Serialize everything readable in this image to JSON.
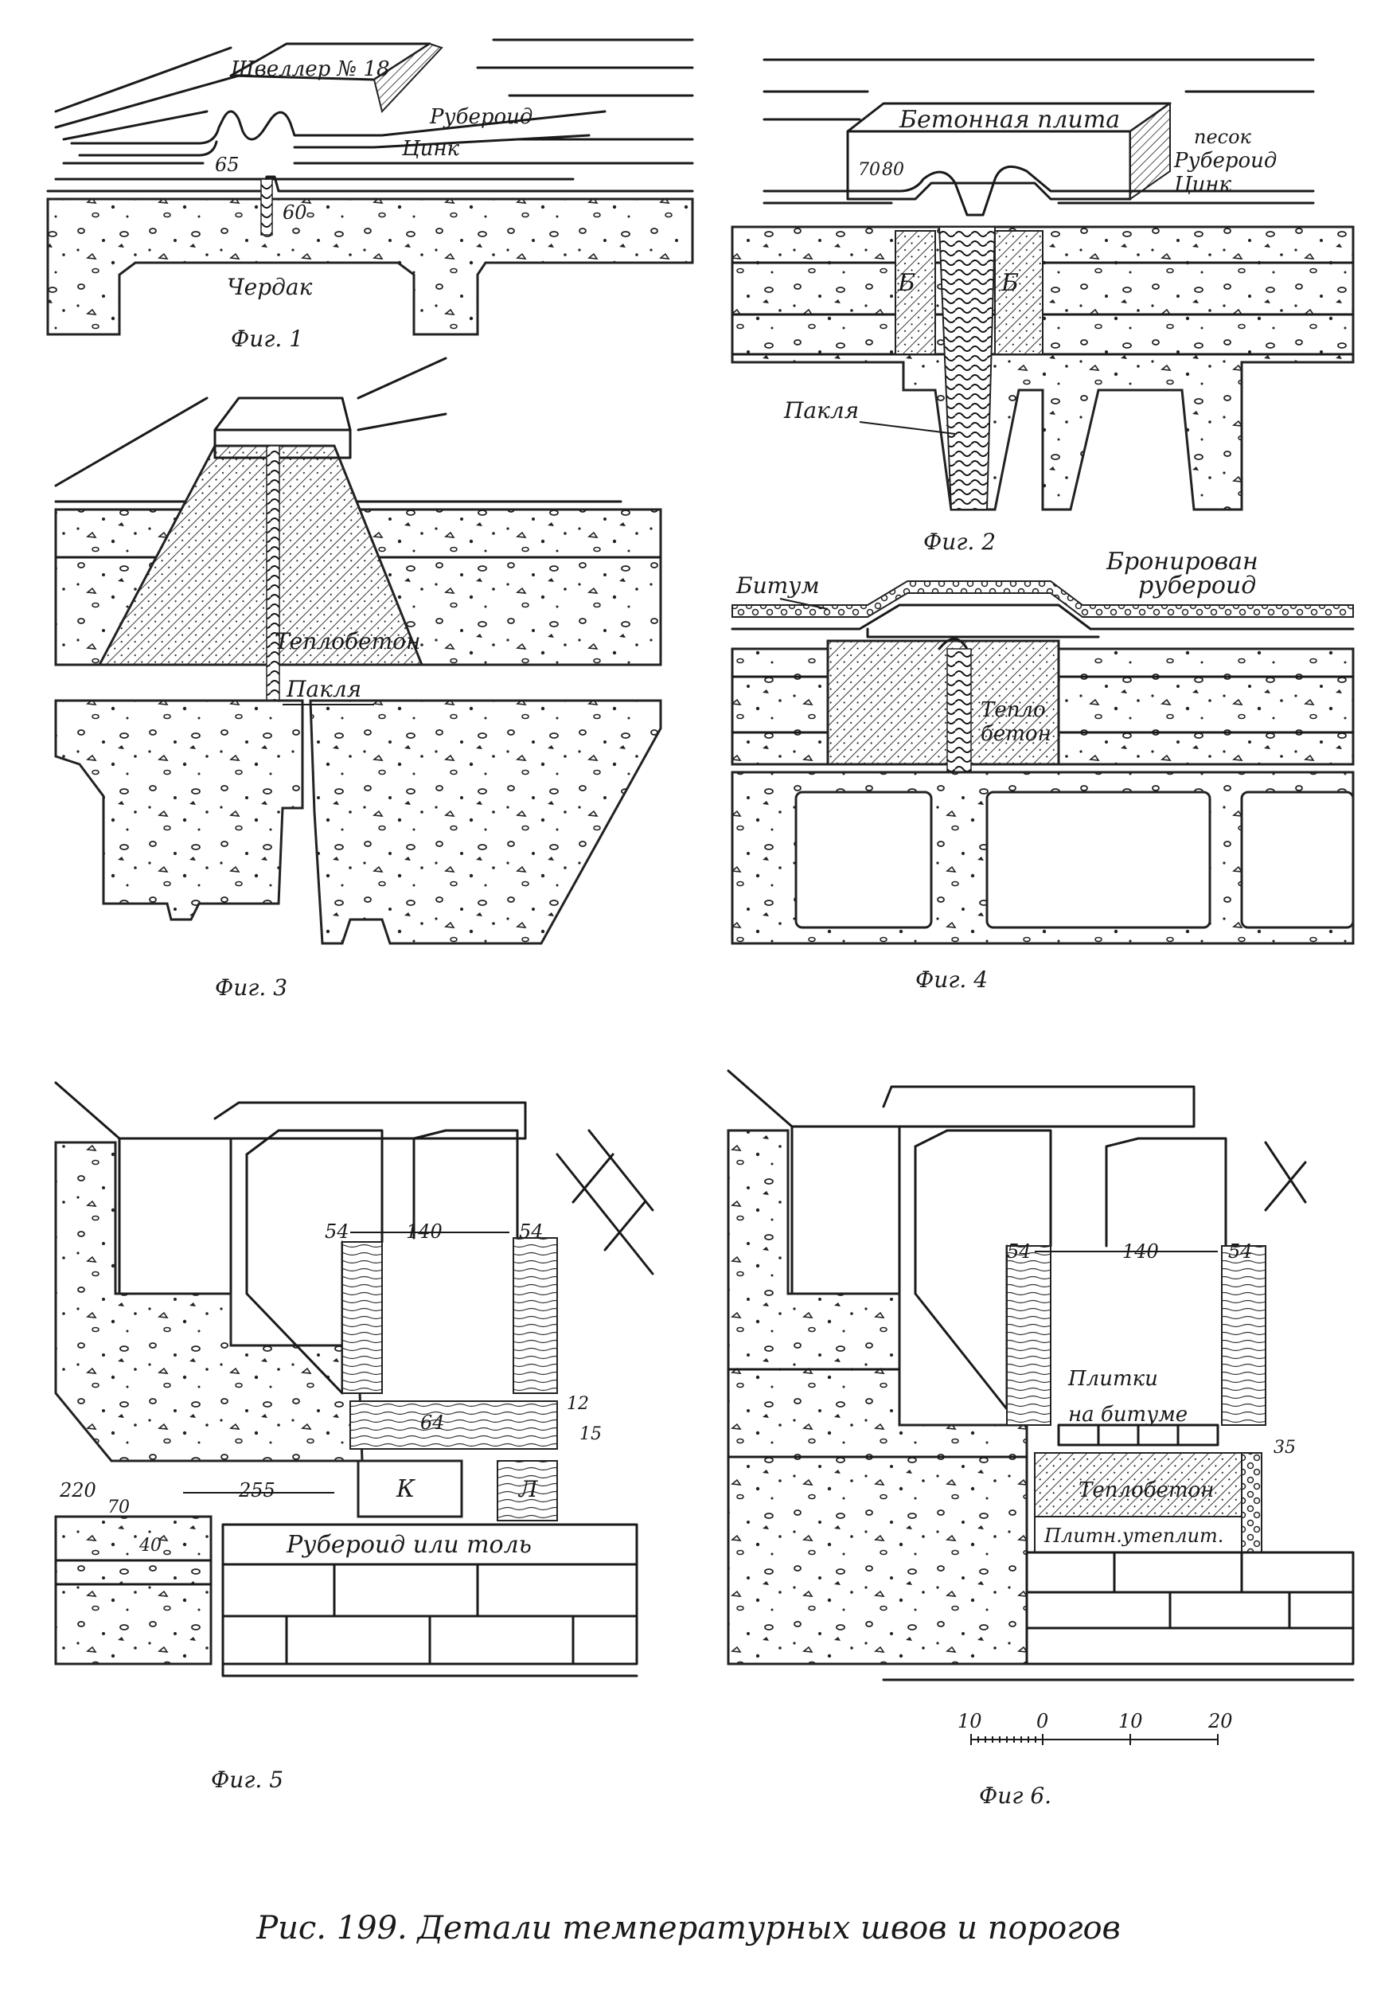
{
  "figures": [
    {
      "id": "fig1",
      "caption": "Фиг. 1",
      "labels": {
        "channel": "Швеллер № 18",
        "ruberoid": "Рубероид",
        "zinc": "Цинк",
        "dim_65": "65",
        "dim_60": "60",
        "attic": "Чердак"
      }
    },
    {
      "id": "fig2",
      "caption": "Фиг. 2",
      "labels": {
        "slab": "Бетонная плита",
        "sand": "песок",
        "ruberoid": "Рубероид",
        "zinc": "Цинк",
        "dim_70": "70",
        "dim_80": "80",
        "b_left": "Б",
        "b_right": "Б",
        "tow": "Пакля"
      }
    },
    {
      "id": "fig3",
      "caption": "Фиг. 3",
      "labels": {
        "lightweight": "Теплобетон",
        "tow": "Пакля"
      }
    },
    {
      "id": "fig4",
      "caption": "Фиг. 4",
      "labels": {
        "bitumen": "Битум",
        "armored_1": "Бронирован",
        "armored_2": "рубероид",
        "light_1": "Тепло",
        "light_2": "бетон"
      }
    },
    {
      "id": "fig5",
      "caption": "Фиг. 5",
      "labels": {
        "dim_54a": "54",
        "dim_140": "140",
        "dim_54b": "54",
        "dim_64": "64",
        "dim_12": "12",
        "dim_15": "15",
        "dim_220": "220",
        "dim_255": "255",
        "dim_70": "70",
        "dim_40": "40",
        "k": "К",
        "l": "Л",
        "ruberoid": "Рубероид или толь"
      }
    },
    {
      "id": "fig6",
      "caption": "Фиг 6.",
      "labels": {
        "dim_54a": "54",
        "dim_140": "140",
        "dim_54b": "54",
        "tiles_1": "Плитки",
        "tiles_2": "на битуме",
        "dim_35": "35",
        "lightweight": "Теплобетон",
        "slab": "Плитн.утеплит.",
        "scale_10a": "10",
        "scale_0": "0",
        "scale_10b": "10",
        "scale_20": "20"
      }
    }
  ],
  "main_caption": "Рис. 199. Детали температурных швов и порогов"
}
